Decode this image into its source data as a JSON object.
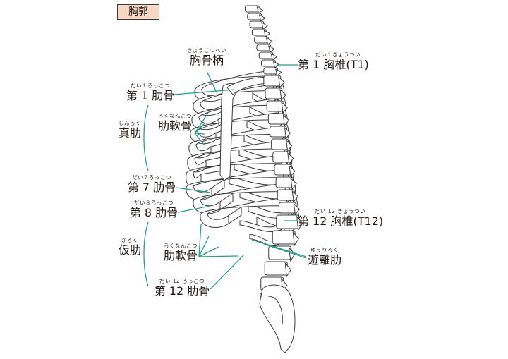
{
  "title": "胸郭",
  "colors": {
    "leader": "#2a9a8e",
    "title_bg": "#f8d7c4",
    "bone_stroke": "#3a3a3a"
  },
  "labels": {
    "manubrium": {
      "ruby": "きょうこつへい",
      "text": "胸骨柄"
    },
    "rib1": {
      "ruby": "だい１ろっこつ",
      "text": "第 1 肋骨"
    },
    "true_ribs": {
      "ruby": "しんろく",
      "text": "真肋"
    },
    "costal_cartilage_upper": {
      "ruby": "ろくなんこつ",
      "text": "肋軟骨"
    },
    "rib7": {
      "ruby": "だい７ろっこつ",
      "text": "第 7 肋骨"
    },
    "rib8": {
      "ruby": "だい８ろっこつ",
      "text": "第 8 肋骨"
    },
    "false_ribs": {
      "ruby": "かろく",
      "text": "仮肋"
    },
    "costal_cartilage_lower": {
      "ruby": "ろくなんこつ",
      "text": "肋軟骨"
    },
    "rib12": {
      "ruby": "だい 12 ろっこつ",
      "text": "第 12 肋骨"
    },
    "t1": {
      "ruby": "だい１きょうつい",
      "text": "第 1 胸椎(T1)"
    },
    "t12": {
      "ruby": "だい 12 きょうつい",
      "text": "第 12 胸椎(T12)"
    },
    "floating_ribs": {
      "ruby": "ゆうりろく",
      "text": "遊離肋"
    }
  }
}
